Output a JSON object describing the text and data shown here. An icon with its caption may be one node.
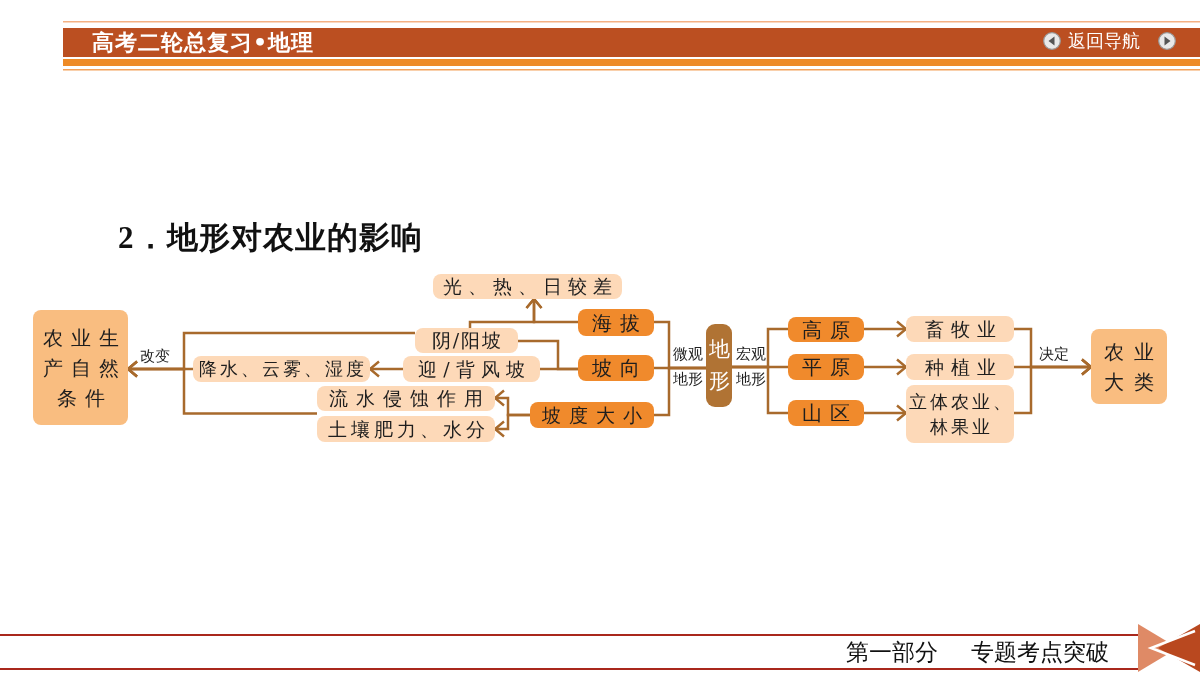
{
  "diagram": {
    "title": "2．地形对农业的影响",
    "nodes": [
      {
        "text": [
          "光、热、日较差"
        ]
      },
      {
        "text": [
          "海拔"
        ]
      },
      {
        "text": [
          "阴/阳坡"
        ]
      },
      {
        "text": [
          "农业生产自然条件"
        ]
      },
      {
        "text": [
          "降水、云雾、湿度"
        ]
      },
      {
        "text": [
          "迎/背风坡"
        ]
      },
      {
        "text": [
          "坡向"
        ]
      },
      {
        "text": [
          "流水侵蚀作用"
        ]
      },
      {
        "text": [
          "坡度大小"
        ]
      },
      {
        "text": [
          "土壤肥力、水分"
        ]
      },
      {
        "text": [
          "地形"
        ],
        "beside": [
          "微观地形",
          "宏观地形"
        ]
      },
      {
        "text": [
          "高原"
        ]
      },
      {
        "text": [
          "畜牧业"
        ]
      },
      {
        "text": [
          "平原"
        ]
      },
      {
        "text": [
          "种植业"
        ]
      },
      {
        "text": [
          "山区"
        ]
      },
      {
        "text": [
          "立体农业、林果业"
        ]
      },
      {
        "text": [
          "农业大类"
        ]
      }
    ],
    "edges": [
      {
        "from": 1,
        "to": 0,
        "arrow": "to"
      },
      {
        "from": 2,
        "to": 0,
        "arrow": "to"
      },
      {
        "from": 6,
        "to": 2,
        "arrow": "none"
      },
      {
        "from": 6,
        "to": 5,
        "arrow": "none"
      },
      {
        "from": 5,
        "to": 4,
        "arrow": "to"
      },
      {
        "from": 8,
        "to": 7,
        "arrow": "to"
      },
      {
        "from": 8,
        "to": 9,
        "arrow": "to"
      },
      {
        "from": 2,
        "to": 3,
        "arrow": "to"
      },
      {
        "from": 4,
        "to": 3,
        "arrow": "to",
        "label": "改变"
      },
      {
        "from": 7,
        "to": 3,
        "arrow": "to"
      },
      {
        "from": 9,
        "to": 3,
        "arrow": "to"
      },
      {
        "from": 10,
        "to": 1,
        "arrow": "none"
      },
      {
        "from": 10,
        "to": 6,
        "arrow": "none"
      },
      {
        "from": 10,
        "to": 8,
        "arrow": "none"
      },
      {
        "from": 10,
        "to": 11,
        "arrow": "none"
      },
      {
        "from": 10,
        "to": 13,
        "arrow": "none"
      },
      {
        "from": 10,
        "to": 15,
        "arrow": "none"
      },
      {
        "from": 11,
        "to": 12,
        "arrow": "to"
      },
      {
        "from": 13,
        "to": 14,
        "arrow": "to"
      },
      {
        "from": 15,
        "to": 16,
        "arrow": "to"
      },
      {
        "from": 12,
        "to": 17,
        "arrow": "to"
      },
      {
        "from": 14,
        "to": 17,
        "arrow": "to",
        "label": "决定"
      },
      {
        "from": 16,
        "to": 17,
        "arrow": "to"
      }
    ],
    "labels": [
      "高考二轮总复习•地理",
      "返回导航",
      "第一部分",
      "专题考点突破"
    ]
  }
}
